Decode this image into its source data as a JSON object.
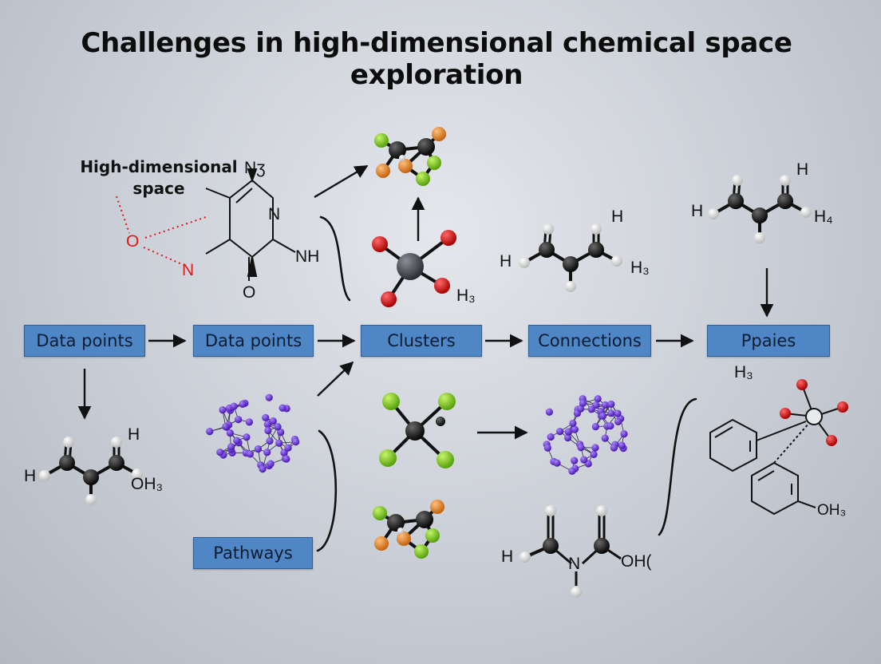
{
  "title": "Challenges in high-dimensional chemical space exploration",
  "nodes": {
    "data_points_1": "Data points",
    "data_points_2": "Data points",
    "clusters": "Clusters",
    "connections": "Connections",
    "ppaies": "Ppaies",
    "pathways": "Pathways"
  },
  "annotation": {
    "line1": "High-dimensional",
    "line2": "space"
  },
  "atom_labels": {
    "ring_n_top": "Nʒ",
    "ring_n": "N",
    "ring_nh": "NH",
    "ring_o": "O",
    "red_o": "O",
    "red_n": "N",
    "center_h3": "H₃",
    "alkene_mid_h": "H",
    "alkene_mid_h_left": "H",
    "alkene_mid_h3": "H₃",
    "alkene_right_h": "H",
    "alkene_right_h_left": "H",
    "alkene_right_h4": "H₄",
    "ppaies_h3": "H₃",
    "left_h": "H",
    "left_h_top": "H",
    "left_oh3": "OH₃",
    "amide_h": "H",
    "amide_n": "N",
    "amide_oh": "OH(",
    "benzene_oh3": "OH₃"
  },
  "colors": {
    "node_fill": "#4f86c6",
    "carbon": "#111111",
    "hydrogen": "#f2f2f2",
    "oxygen": "#d81818",
    "chlorine": "#7ccf1a",
    "orange": "#e8862a",
    "purple": "#6a2fd1",
    "gray": "#4a4d55"
  }
}
